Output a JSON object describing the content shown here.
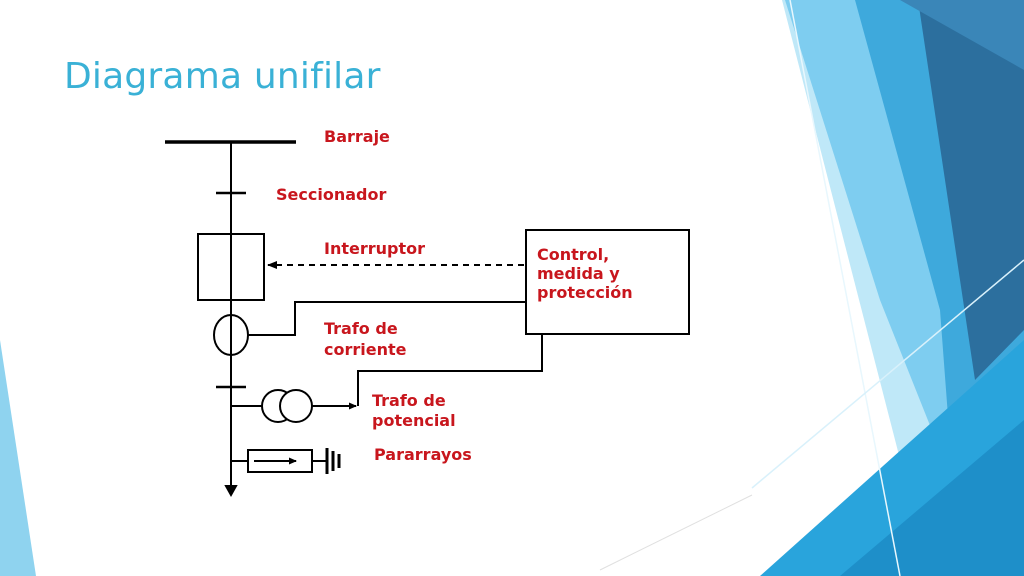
{
  "slide": {
    "title": "Diagrama unifilar",
    "accent_color": "#3ab1d6"
  },
  "diagram": {
    "label_color": "#c8161d",
    "line_color": "#000000",
    "labels": {
      "busbar": "Barraje",
      "disconnector": "Seccionador",
      "breaker": "Interruptor",
      "control_line1": "Control,",
      "control_line2": "medida y",
      "control_line3": "protección",
      "ct_line1": "Trafo de",
      "ct_line2": "corriente",
      "vt_line1": "Trafo de",
      "vt_line2": "potencial",
      "surge_arrester": "Pararrayos"
    }
  }
}
